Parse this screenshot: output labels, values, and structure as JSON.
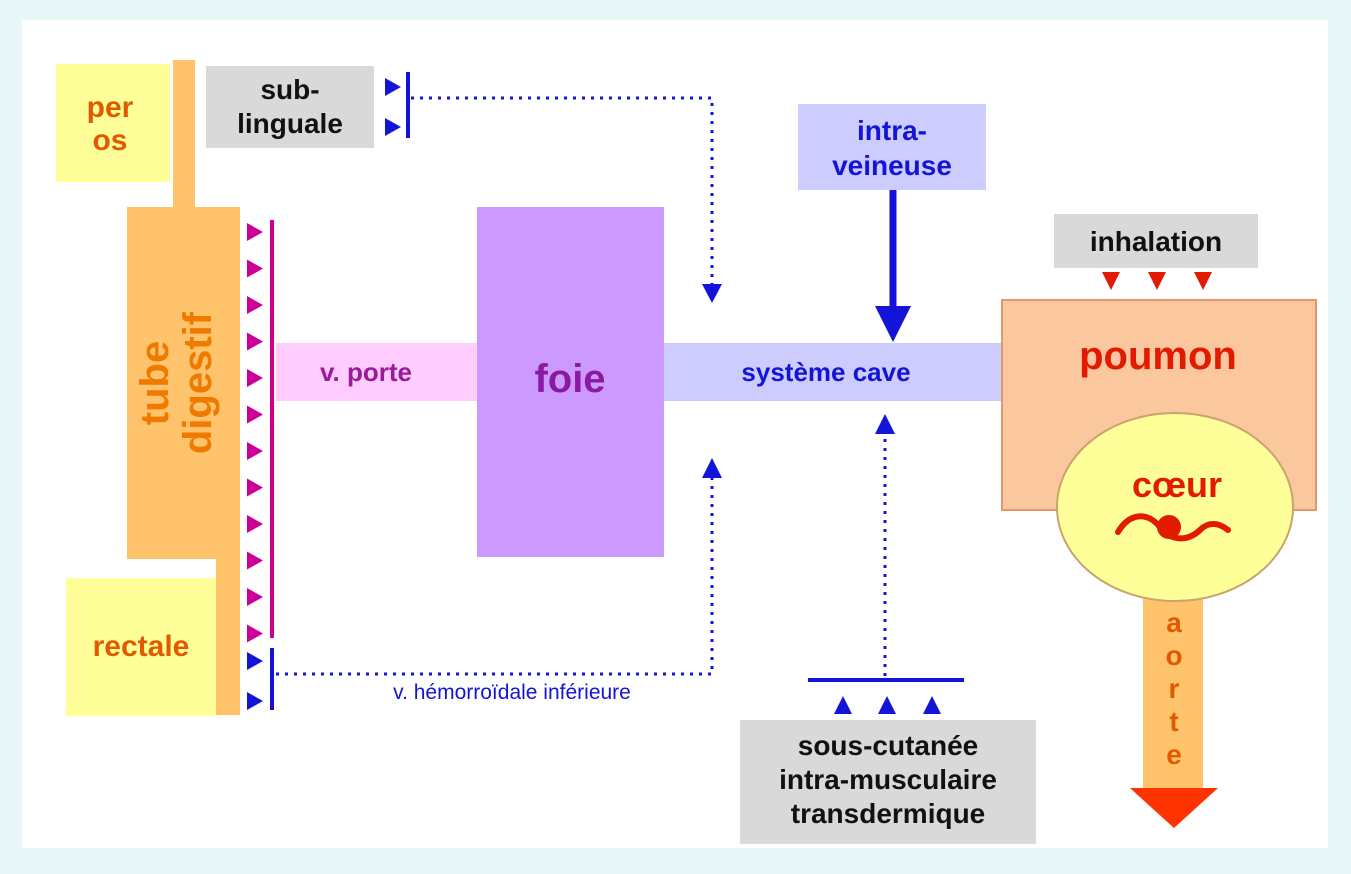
{
  "routes": {
    "per_os": [
      "per",
      "os"
    ],
    "sublinguale": [
      "sub-",
      "linguale"
    ],
    "intraveineuse": [
      "intra-",
      "veineuse"
    ],
    "inhalation": "inhalation",
    "rectale": "rectale",
    "parenteral": [
      "sous-cutanée",
      "intra-musculaire",
      "transdermique"
    ]
  },
  "organs": {
    "tube_digestif": [
      "tube",
      "digestif"
    ],
    "foie": "foie",
    "poumon": "poumon",
    "coeur": "cœur",
    "aorte": [
      "a",
      "o",
      "r",
      "t",
      "e"
    ]
  },
  "vessels": {
    "v_porte": "v. porte",
    "systeme_cave": "système cave",
    "v_hemorroidale": "v. hémorroïdale inférieure"
  },
  "colors": {
    "background": "#e8f6f8",
    "canvas": "#ffffff",
    "route_box": "#ffff99",
    "label_box": "#d9d9d9",
    "tube": "#ffc36b",
    "tube_text": "#f07a00",
    "foie": "#cc99ff",
    "foie_text": "#8a1aa3",
    "v_porte": "#ffccff",
    "v_porte_text": "#9a1a9a",
    "cave": "#ccccff",
    "blue": "#1414d8",
    "poumon": "#fbc79e",
    "poumon_text": "#e21a00",
    "coeur": "#ffff99",
    "aorte": "#ffc36b",
    "aorte_head": "#ff3300",
    "magenta": "#cc0099",
    "inhalation_arrow": "#e21a00"
  }
}
